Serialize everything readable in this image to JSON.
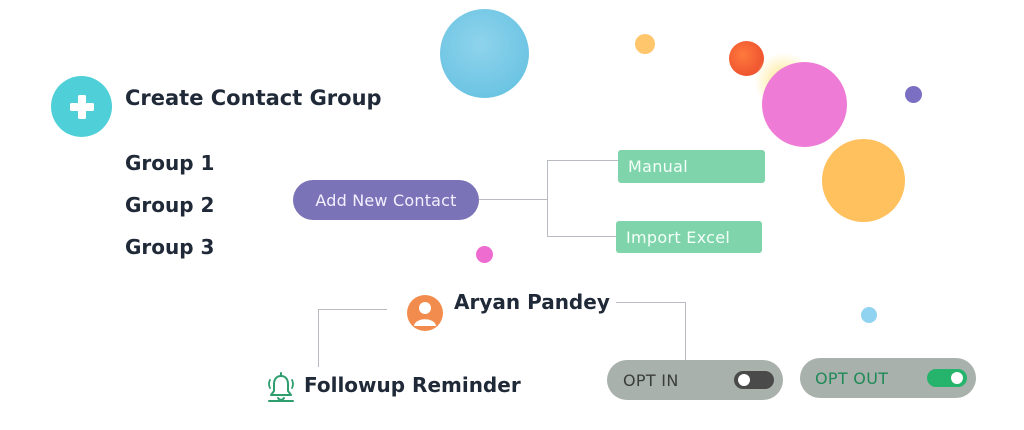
{
  "create_group": {
    "label": "Create Contact Group",
    "icon": "plus-icon",
    "color": "#4fd0d8"
  },
  "groups": [
    "Group 1",
    "Group 2",
    "Group 3"
  ],
  "add_contact": {
    "label": "Add New Contact",
    "color": "#7b73b8",
    "options": [
      "Manual",
      "Import Excel"
    ],
    "option_color": "#7fd4ab"
  },
  "contact": {
    "name": "Aryan Pandey",
    "avatar_icon": "user-avatar-icon"
  },
  "reminder": {
    "label": "Followup Reminder",
    "icon": "bell-icon",
    "icon_color": "#2f9e6e"
  },
  "toggles": {
    "opt_in": {
      "label": "OPT IN",
      "on": false
    },
    "opt_out": {
      "label": "OPT OUT",
      "on": true
    },
    "on_color": "#26b36b",
    "off_color": "#4a4a4a"
  }
}
